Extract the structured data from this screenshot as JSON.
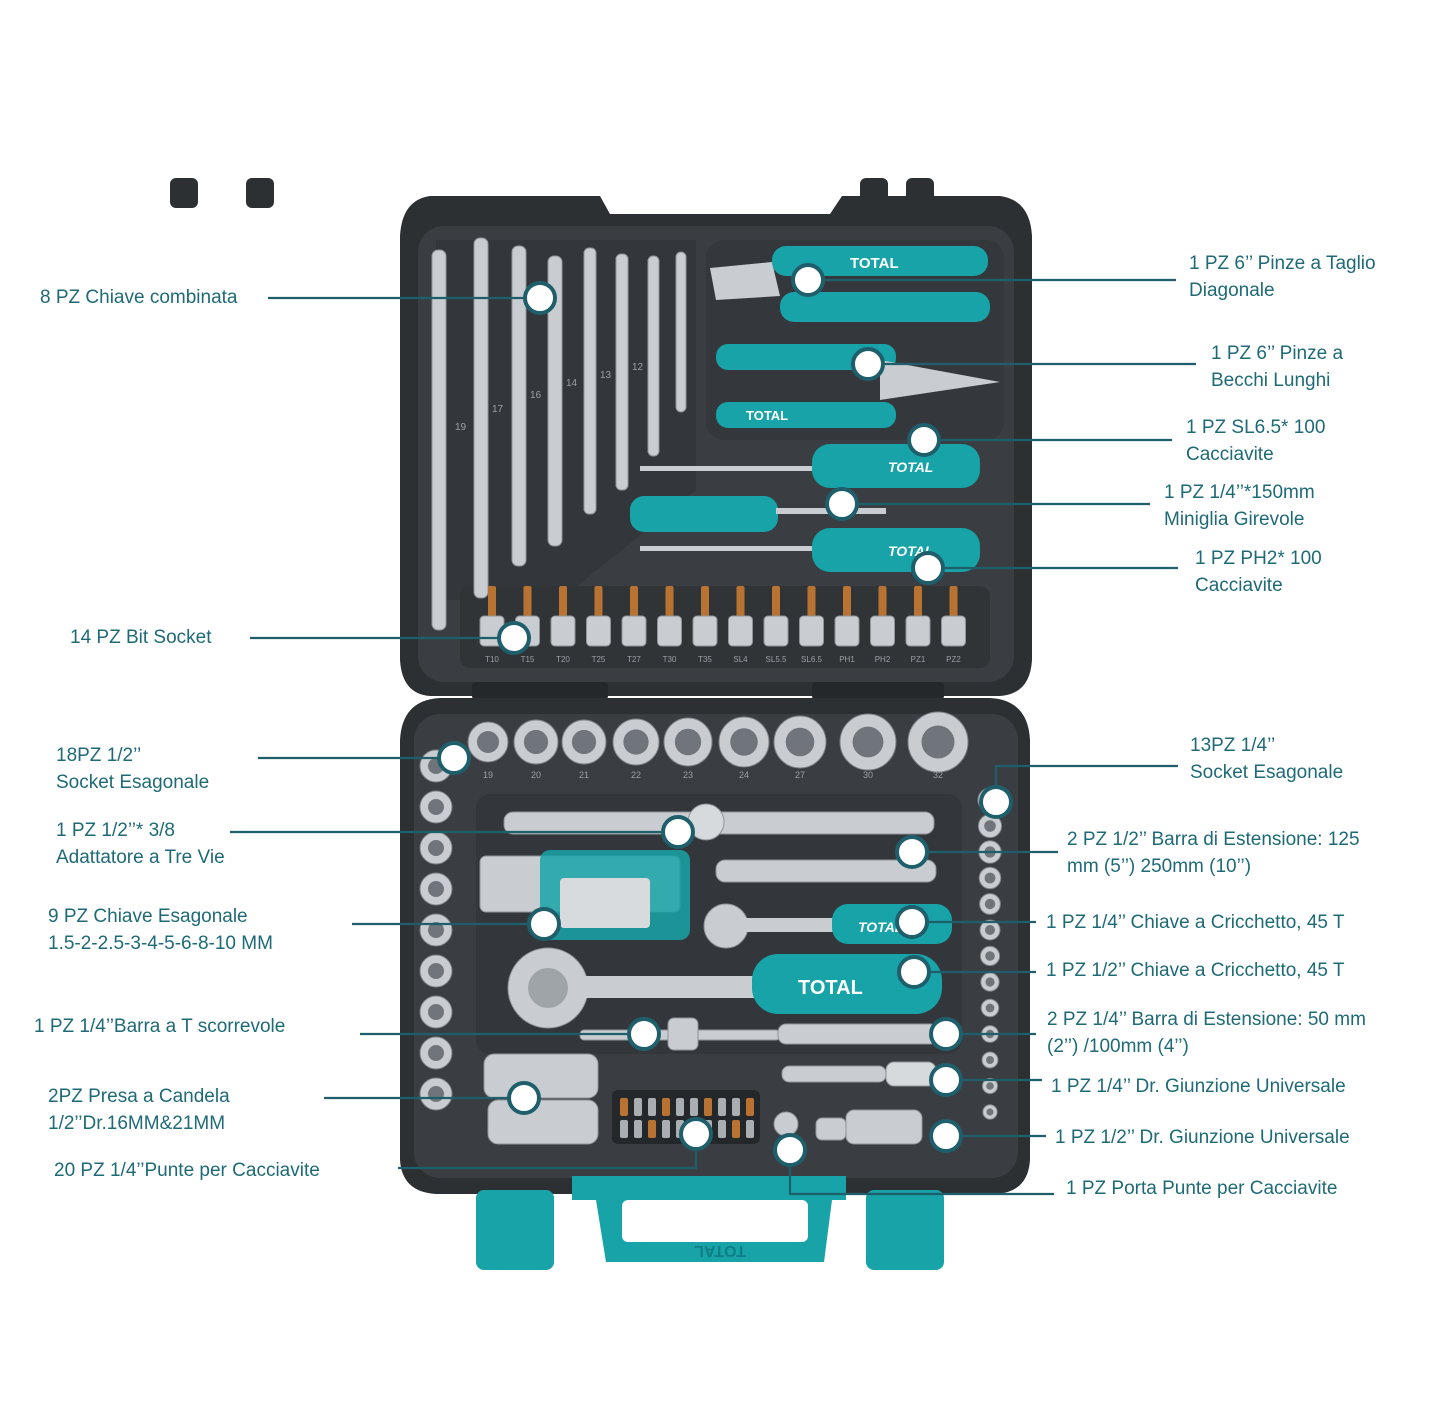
{
  "colors": {
    "accent": "#17a3a8",
    "label_text": "#1e6a76",
    "leader_line": "#1f5f6c",
    "case_body": "#2d3033",
    "case_tray": "#3a3e42",
    "chrome": "#c9cdd1"
  },
  "case": {
    "brand": "TOTAL",
    "bit_socket_markings": [
      "T10",
      "T15",
      "T20",
      "T25",
      "T27",
      "T30",
      "T35",
      "SL4",
      "SL5.5",
      "SL6.5",
      "PH1",
      "PH2",
      "PZ1",
      "PZ2"
    ],
    "socket_size_markings": [
      "19",
      "20",
      "21",
      "22",
      "23",
      "24",
      "27",
      "30",
      "32"
    ],
    "wrench_size_markings": [
      "19",
      "17",
      "16",
      "14",
      "13",
      "12"
    ]
  },
  "callouts": [
    {
      "id": "chiave-combinata",
      "lines": [
        "8 PZ Chiave combinata"
      ]
    },
    {
      "id": "pinze-taglio",
      "lines": [
        "1 PZ 6’’ Pinze a Taglio",
        "Diagonale"
      ]
    },
    {
      "id": "pinze-becchi",
      "lines": [
        "1 PZ 6’’ Pinze a",
        "Becchi Lunghi"
      ]
    },
    {
      "id": "cacciavite-sl",
      "lines": [
        "1 PZ SL6.5* 100",
        "Cacciavite"
      ]
    },
    {
      "id": "miniglia",
      "lines": [
        "1 PZ 1/4’’*150mm",
        "Miniglia Girevole"
      ]
    },
    {
      "id": "cacciavite-ph",
      "lines": [
        "1 PZ PH2* 100",
        "Cacciavite"
      ]
    },
    {
      "id": "bit-socket",
      "lines": [
        "14 PZ Bit Socket"
      ]
    },
    {
      "id": "socket-12",
      "lines": [
        "18PZ 1/2’’",
        "Socket Esagonale"
      ]
    },
    {
      "id": "socket-14",
      "lines": [
        "13PZ 1/4’’",
        "Socket Esagonale"
      ]
    },
    {
      "id": "adattatore",
      "lines": [
        "1 PZ 1/2’’* 3/8",
        "Adattatore a Tre Vie"
      ]
    },
    {
      "id": "barra-12",
      "lines": [
        "2 PZ 1/2’’ Barra di Estensione: 125",
        "mm (5’’) 250mm (10’’)"
      ]
    },
    {
      "id": "chiave-esagonale",
      "lines": [
        "9 PZ Chiave Esagonale",
        "1.5-2-2.5-3-4-5-6-8-10 MM"
      ]
    },
    {
      "id": "cricchetto-14",
      "lines": [
        "1 PZ 1/4’’ Chiave a Cricchetto, 45 T"
      ]
    },
    {
      "id": "cricchetto-12",
      "lines": [
        "1 PZ 1/2’’ Chiave a Cricchetto, 45 T"
      ]
    },
    {
      "id": "barra-t",
      "lines": [
        "1 PZ 1/4’’Barra a T scorrevole"
      ]
    },
    {
      "id": "barra-14",
      "lines": [
        "2 PZ 1/4’’ Barra di Estensione: 50 mm",
        "(2’’) /100mm (4’’)"
      ]
    },
    {
      "id": "giunzione-14",
      "lines": [
        "1 PZ 1/4’’ Dr. Giunzione Universale"
      ]
    },
    {
      "id": "candela",
      "lines": [
        "2PZ Presa a Candela",
        "1/2’’Dr.16MM&21MM"
      ]
    },
    {
      "id": "giunzione-12",
      "lines": [
        "1 PZ 1/2’’ Dr. Giunzione Universale"
      ]
    },
    {
      "id": "punte",
      "lines": [
        "20 PZ 1/4’’Punte per Cacciavite"
      ]
    },
    {
      "id": "porta-punte",
      "lines": [
        "1 PZ Porta Punte per Cacciavite"
      ]
    }
  ]
}
